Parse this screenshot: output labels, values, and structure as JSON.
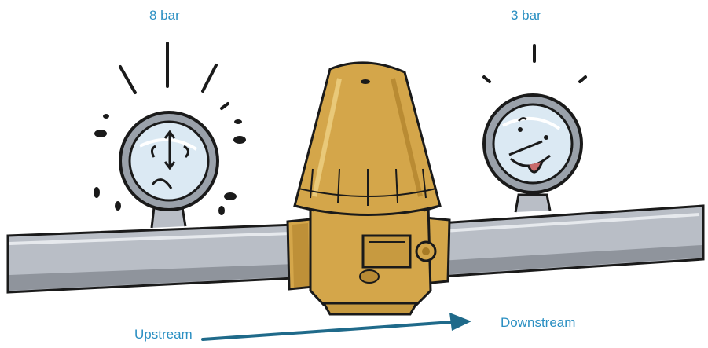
{
  "gauges": {
    "upstream_pressure": "8 bar",
    "downstream_pressure": "3 bar"
  },
  "flow": {
    "upstream_label": "Upstream",
    "downstream_label": "Downstream"
  },
  "colors": {
    "label_text": "#2a8fc2",
    "arrow": "#1f6a8a",
    "pipe": "#b9bec6",
    "pipe_shadow": "#8f949c",
    "valve_brass": "#d4a64a",
    "valve_shadow": "#a77a25",
    "gauge_rim": "#9aa1aa",
    "gauge_face": "#dbe9f3"
  }
}
